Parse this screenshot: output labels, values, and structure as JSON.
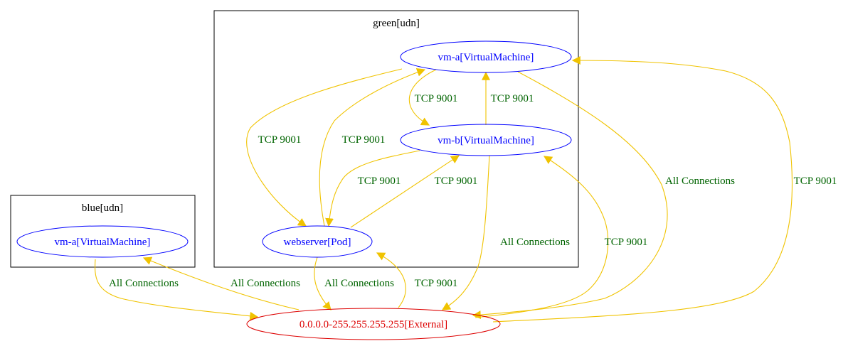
{
  "colors": {
    "edge": "#f0c300",
    "edge_label": "#006400",
    "internal_node": "#0000ff",
    "external_node": "#dd0000",
    "cluster": "#000000"
  },
  "clusters": {
    "blue": {
      "label": "blue[udn]"
    },
    "green": {
      "label": "green[udn]"
    }
  },
  "nodes": {
    "blue_vma": {
      "label": "vm-a[VirtualMachine]",
      "kind": "internal"
    },
    "green_vma": {
      "label": "vm-a[VirtualMachine]",
      "kind": "internal"
    },
    "green_vmb": {
      "label": "vm-b[VirtualMachine]",
      "kind": "internal"
    },
    "webserver": {
      "label": "webserver[Pod]",
      "kind": "internal"
    },
    "external": {
      "label": "0.0.0.0-255.255.255.255[External]",
      "kind": "external"
    }
  },
  "edges": [
    {
      "id": "vma-to-vmb",
      "from": "green_vma",
      "to": "green_vmb",
      "label": "TCP 9001"
    },
    {
      "id": "vmb-to-vma",
      "from": "green_vmb",
      "to": "green_vma",
      "label": "TCP 9001"
    },
    {
      "id": "vma-to-web",
      "from": "green_vma",
      "to": "webserver",
      "label": "TCP 9001"
    },
    {
      "id": "web-to-vma",
      "from": "webserver",
      "to": "green_vma",
      "label": "TCP 9001"
    },
    {
      "id": "vmb-to-web",
      "from": "green_vmb",
      "to": "webserver",
      "label": "TCP 9001"
    },
    {
      "id": "web-to-vmb",
      "from": "webserver",
      "to": "green_vmb",
      "label": "TCP 9001"
    },
    {
      "id": "vmb-to-ext",
      "from": "green_vmb",
      "to": "external",
      "label": "All Connections"
    },
    {
      "id": "vma-to-ext",
      "from": "green_vma",
      "to": "external",
      "label": "All Connections"
    },
    {
      "id": "ext-to-vma",
      "from": "external",
      "to": "green_vma",
      "label": "TCP 9001"
    },
    {
      "id": "ext-to-vmb",
      "from": "external",
      "to": "green_vmb",
      "label": "TCP 9001"
    },
    {
      "id": "web-to-ext",
      "from": "webserver",
      "to": "external",
      "label": "All Connections"
    },
    {
      "id": "ext-to-web",
      "from": "external",
      "to": "webserver",
      "label": "TCP 9001"
    },
    {
      "id": "bluevma-to-ext",
      "from": "blue_vma",
      "to": "external",
      "label": "All Connections"
    },
    {
      "id": "ext-to-bluevma",
      "from": "external",
      "to": "blue_vma",
      "label": "All Connections"
    }
  ]
}
